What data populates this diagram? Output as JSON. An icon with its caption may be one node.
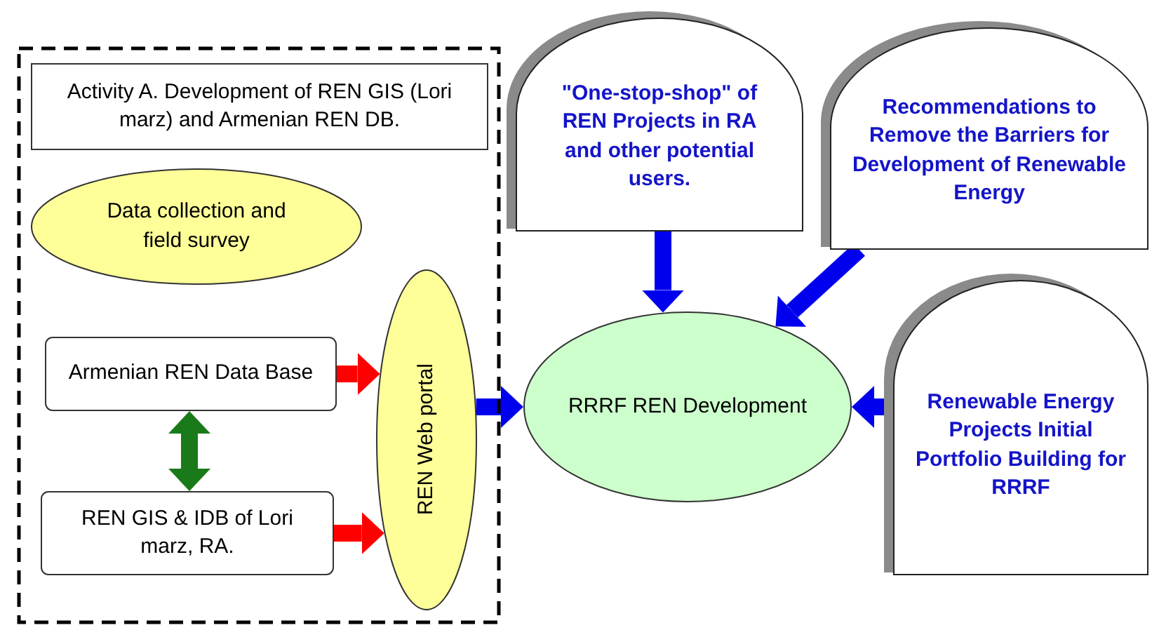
{
  "diagram": {
    "nodes": [
      {
        "text": [],
        "shape": "box"
      },
      {
        "text": [
          "Activity A. Development of REN GIS (Lori marz) and Armenian REN DB."
        ],
        "in": 0
      },
      {
        "text": [
          "Data collection and field survey"
        ],
        "in": 0
      },
      {
        "text": [
          "Armenian REN Data Base"
        ],
        "in": 0
      },
      {
        "text": [
          "REN GIS & IDB of Lori marz, RA."
        ],
        "in": 0
      },
      {
        "text": [
          "REN Web portal"
        ],
        "in": 0
      },
      {
        "text": [
          "RRRF REN Development"
        ]
      },
      {
        "text": [
          "\"One-stop-shop\" of REN Projects in RA and other potential users."
        ]
      },
      {
        "text": [
          "Recommendations to Remove the Barriers for Development of Renewable Energy"
        ]
      },
      {
        "text": [
          "Renewable Energy Projects Initial Portfolio Building for RRRF"
        ]
      }
    ],
    "edges": [
      {
        "from": 3,
        "to": 5,
        "arrow": "to",
        "color": "#ff0000"
      },
      {
        "from": 4,
        "to": 5,
        "arrow": "to",
        "color": "#ff0000"
      },
      {
        "from": 3,
        "to": 4,
        "arrow": "both",
        "color": "#1a7a1a"
      },
      {
        "from": 5,
        "to": 6,
        "arrow": "to"
      },
      {
        "from": 7,
        "to": 6,
        "arrow": "to"
      },
      {
        "from": 8,
        "to": 6,
        "arrow": "to"
      },
      {
        "from": 9,
        "to": 6,
        "arrow": "to"
      }
    ]
  }
}
